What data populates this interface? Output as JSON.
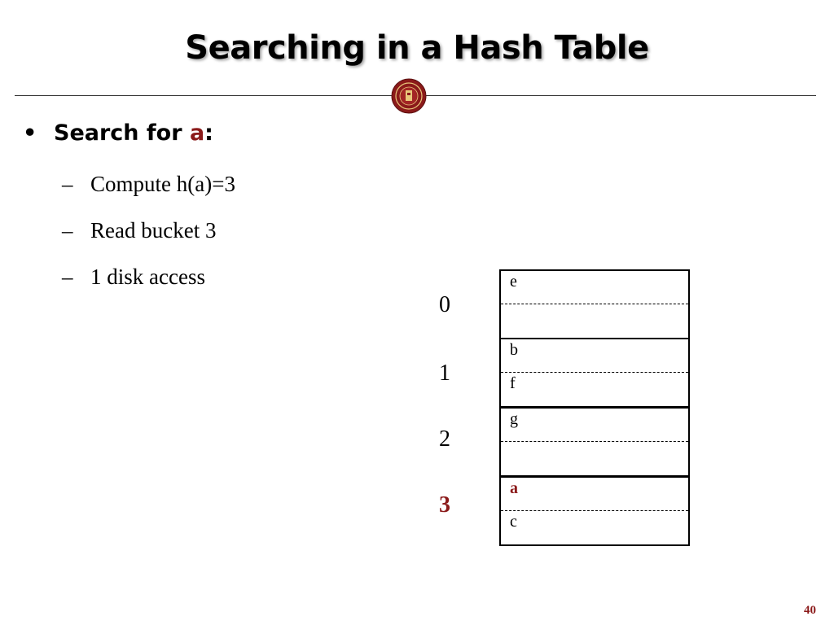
{
  "title": "Searching in a Hash Table",
  "bullet": {
    "marker": "•",
    "prefix": "Search for ",
    "key": "a",
    "suffix": ":"
  },
  "subpoints": [
    {
      "dash": "–",
      "text": "Compute h(a)=3"
    },
    {
      "dash": "–",
      "text": "Read bucket 3"
    },
    {
      "dash": "–",
      "text": "1 disk access"
    }
  ],
  "buckets": [
    {
      "index": "0",
      "slots": [
        "e",
        ""
      ]
    },
    {
      "index": "1",
      "slots": [
        "b",
        "f"
      ]
    },
    {
      "index": "2",
      "slots": [
        "g",
        ""
      ]
    },
    {
      "index": "3",
      "slots": [
        "a",
        "c"
      ]
    }
  ],
  "highlight_color": "#8b1a1a",
  "page_number": "40"
}
